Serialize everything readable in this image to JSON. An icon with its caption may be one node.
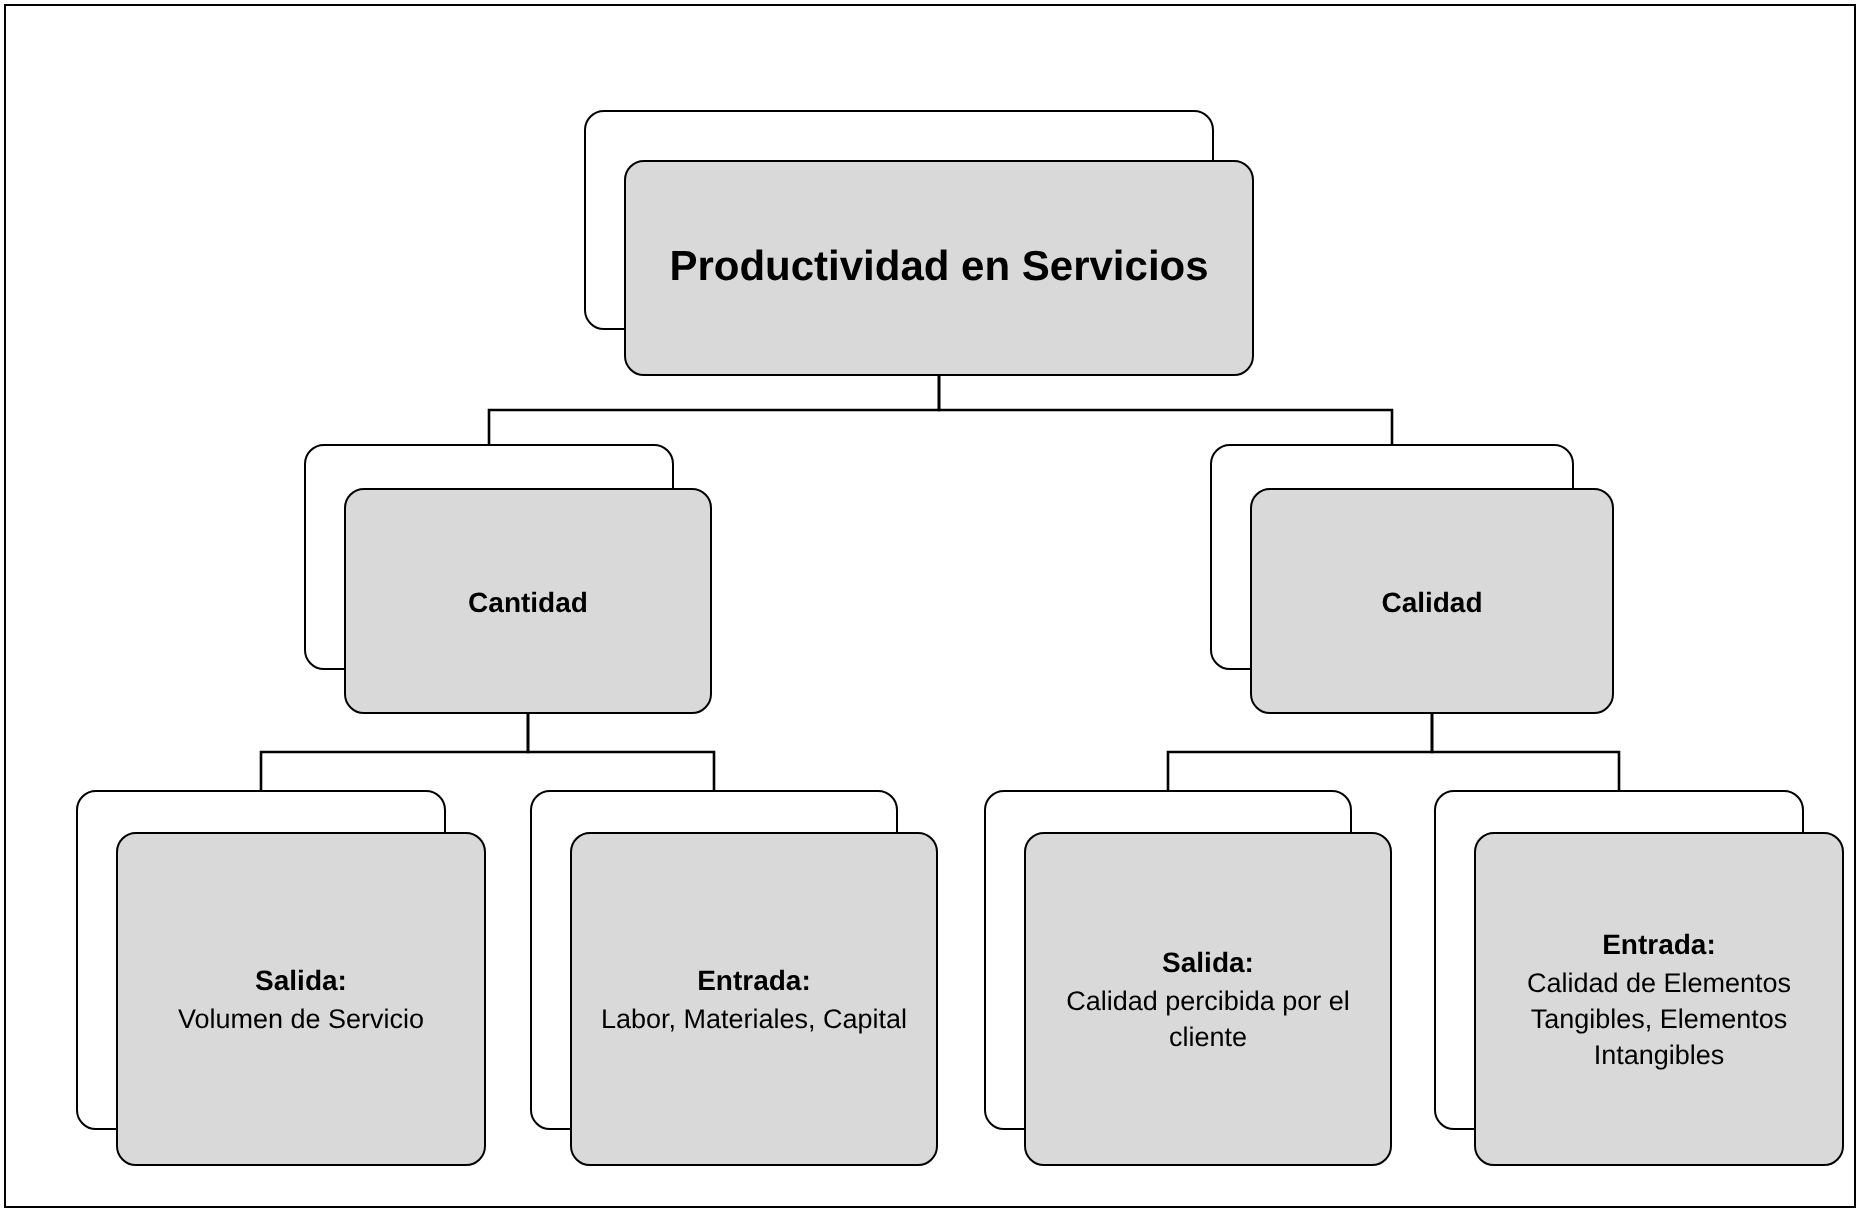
{
  "diagram": {
    "nodes": [
      {
        "text": [
          "Productividad en Servicios"
        ]
      },
      {
        "text": [
          "Cantidad"
        ]
      },
      {
        "text": [
          "Calidad"
        ]
      },
      {
        "text": [
          "Salida:",
          "Volumen de Servicio"
        ]
      },
      {
        "text": [
          "Entrada:",
          "Labor, Materiales, Capital"
        ]
      },
      {
        "text": [
          "Salida:",
          "Calidad percibida por el cliente"
        ]
      },
      {
        "text": [
          "Entrada:",
          "Calidad de Elementos Tangibles, Elementos Intangibles"
        ]
      }
    ],
    "edges": [
      {
        "from": 0,
        "to": 1,
        "arrow": "none"
      },
      {
        "from": 0,
        "to": 2,
        "arrow": "none"
      },
      {
        "from": 1,
        "to": 3,
        "arrow": "none"
      },
      {
        "from": 1,
        "to": 4,
        "arrow": "none"
      },
      {
        "from": 2,
        "to": 5,
        "arrow": "none"
      },
      {
        "from": 2,
        "to": 6,
        "arrow": "none"
      }
    ]
  }
}
